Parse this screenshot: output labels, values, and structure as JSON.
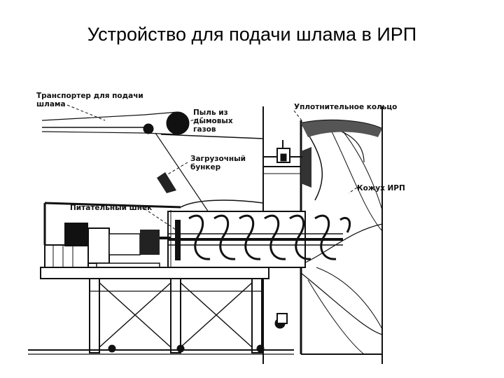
{
  "slide": {
    "title": "Устройство для подачи шлама в ИРП"
  },
  "diagram": {
    "labels": {
      "sludge_conveyor_line1": "Транспортер для подачи",
      "sludge_conveyor_line2": "шлама",
      "flue_dust_line1": "Пыль из",
      "flue_dust_line2": "дымовых",
      "flue_dust_line3": "газов",
      "sealing_ring": "Уплотнительное кольцо",
      "loading_hopper_line1": "Загрузочный",
      "loading_hopper_line2": "бункер",
      "kiln_shell": "Кожух ИРП",
      "feed_screw": "Питательный шнек"
    },
    "colors": {
      "ink": "#111111",
      "shade": "#555555",
      "paper": "#ffffff"
    }
  }
}
